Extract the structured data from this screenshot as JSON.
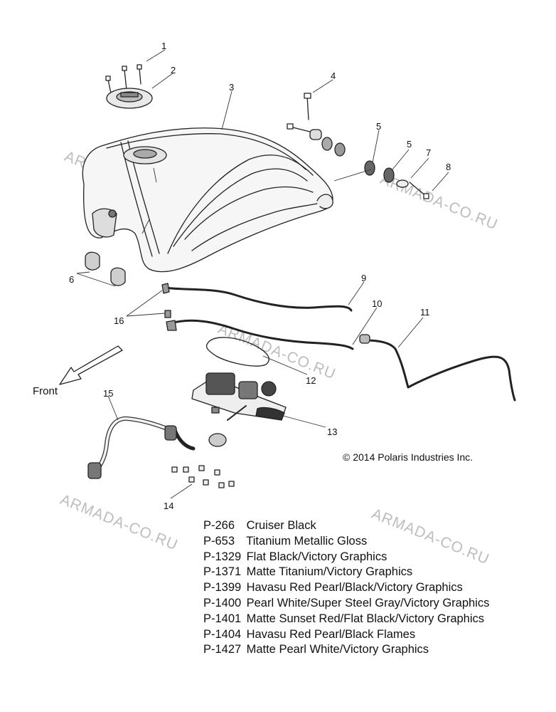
{
  "callouts": [
    "1",
    "2",
    "3",
    "4",
    "5",
    "5",
    "6",
    "7",
    "8",
    "9",
    "10",
    "11",
    "12",
    "13",
    "14",
    "15",
    "16"
  ],
  "front_label": "Front",
  "copyright": "© 2014 Polaris Industries Inc.",
  "watermark": "ARMADA-CO.RU",
  "legend": [
    {
      "code": "P-266",
      "desc": "Cruiser Black"
    },
    {
      "code": "P-653",
      "desc": "Titanium Metallic Gloss"
    },
    {
      "code": "P-1329",
      "desc": "Flat Black/Victory Graphics"
    },
    {
      "code": "P-1371",
      "desc": "Matte Titanium/Victory Graphics"
    },
    {
      "code": "P-1399",
      "desc": "Havasu Red Pearl/Black/Victory Graphics"
    },
    {
      "code": "P-1400",
      "desc": "Pearl White/Super Steel Gray/Victory Graphics"
    },
    {
      "code": "P-1401",
      "desc": "Matte Sunset Red/Flat Black/Victory Graphics"
    },
    {
      "code": "P-1404",
      "desc": "Havasu Red Pearl/Black Flames"
    },
    {
      "code": "P-1427",
      "desc": "Matte Pearl White/Victory Graphics"
    }
  ]
}
